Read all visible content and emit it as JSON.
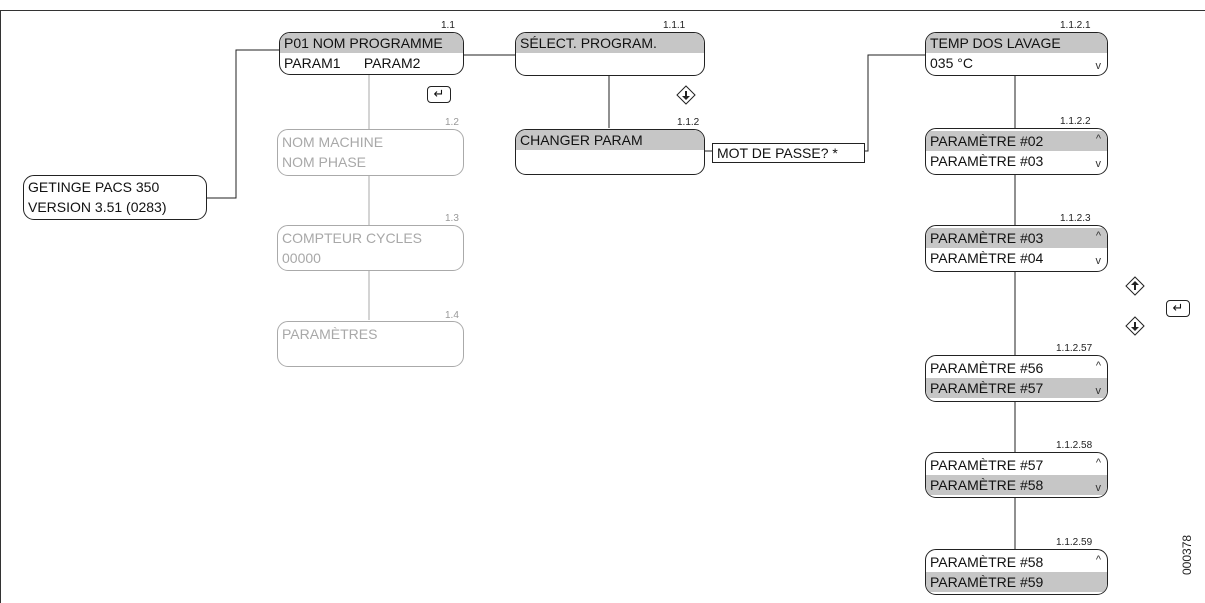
{
  "root": {
    "line1": "GETINGE PACS 350",
    "line2": "VERSION 3.51 (0283)"
  },
  "menu_1_1": {
    "num": "1.1",
    "line1": "P01  NOM PROGRAMME",
    "line2": "PARAM1      PARAM2"
  },
  "menu_1_2": {
    "num": "1.2",
    "line1": "NOM MACHINE",
    "line2": "NOM PHASE"
  },
  "menu_1_3": {
    "num": "1.3",
    "line1": "COMPTEUR CYCLES",
    "line2": "00000"
  },
  "menu_1_4": {
    "num": "1.4",
    "line1": "PARAMÈTRES",
    "line2": ""
  },
  "menu_1_1_1": {
    "num": "1.1.1",
    "line1": "SÉLECT. PROGRAM.",
    "line2": ""
  },
  "menu_1_1_2": {
    "num": "1.1.2",
    "line1": "CHANGER PARAM",
    "line2": ""
  },
  "password": {
    "label": "MOT DE PASSE? *"
  },
  "params": [
    {
      "num": "1.1.2.1",
      "line1": "TEMP DOS LAVAGE",
      "line2": "035 °C"
    },
    {
      "num": "1.1.2.2",
      "line1": "PARAMÈTRE #02",
      "line2": "PARAMÈTRE #03"
    },
    {
      "num": "1.1.2.3",
      "line1": "PARAMÈTRE #03",
      "line2": "PARAMÈTRE #04"
    },
    {
      "num": "1.1.2.57",
      "line1": "PARAMÈTRE #56",
      "line2": "PARAMÈTRE #57"
    },
    {
      "num": "1.1.2.58",
      "line1": "PARAMÈTRE #57",
      "line2": "PARAMÈTRE #58"
    },
    {
      "num": "1.1.2.59",
      "line1": "PARAMÈTRE #58",
      "line2": "PARAMÈTRE #59"
    }
  ],
  "icons": {
    "enter": "enter-key-icon",
    "down": "down-navigation-icon",
    "up": "up-navigation-icon",
    "scroll_up": "^",
    "scroll_down": "v"
  },
  "figure_id": "000378",
  "colors": {
    "highlight": "#c6c6c6",
    "disabled_text": "#a8a8a8",
    "line": "#222222"
  }
}
